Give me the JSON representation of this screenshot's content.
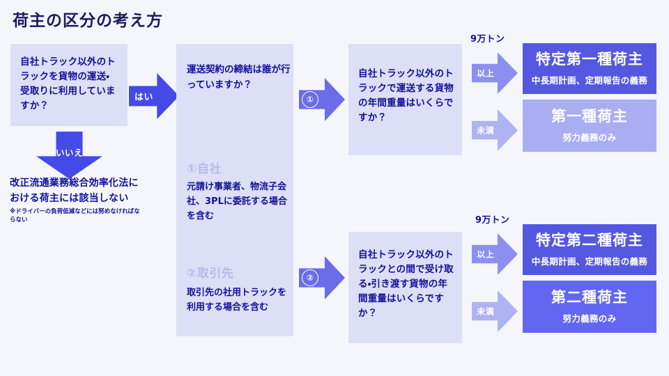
{
  "page": {
    "title": "荷主の区分の考え方",
    "bg_color": "#f5f6fc",
    "text_color": "#11119c",
    "accent_color": "#4549e8"
  },
  "column1": {
    "question": "自社トラック以外のトラックを貨物の運送・受取りに利用していますか？",
    "arrow_no_label": "いいえ",
    "result_text": "改正流通業務総合効率化法における荷主には該当しない",
    "result_note": "※ドライバーの負荷低減などには努めなければならない",
    "arrow_yes_label": "はい"
  },
  "column2": {
    "question": "運送契約の締結は誰が行っていますか？",
    "option1_title": "①自社",
    "option1_body": "元請け事業者、物流子会社、3PLに委託する場合を含む",
    "option2_title": "②取引先",
    "option2_body": "取引先の社用トラックを利用する場合を含む",
    "arrow1_label": "①",
    "arrow2_label": "②"
  },
  "column3": {
    "question_top": "自社トラック以外のトラックで運送する貨物の年間重量はいくらですか？",
    "question_bottom": "自社トラック以外のトラックとの間で受け取る・引き渡す貨物の年間重量はいくらですか？"
  },
  "column4": {
    "threshold_top": "9万トン",
    "threshold_bottom": "9万トン",
    "branch_over_label": "以上",
    "branch_under_label": "未満",
    "results": [
      {
        "title": "特定第一種荷主",
        "subtitle": "中長期計画、定期報告の義務",
        "color": "#5457e0"
      },
      {
        "title": "第一種荷主",
        "subtitle": "努力義務のみ",
        "color": "#a9aef2"
      },
      {
        "title": "特定第二種荷主",
        "subtitle": "中長期計画、定期報告の義務",
        "color": "#5457e0"
      },
      {
        "title": "第二種荷主",
        "subtitle": "努力義務のみ",
        "color": "#6366f1"
      }
    ]
  }
}
